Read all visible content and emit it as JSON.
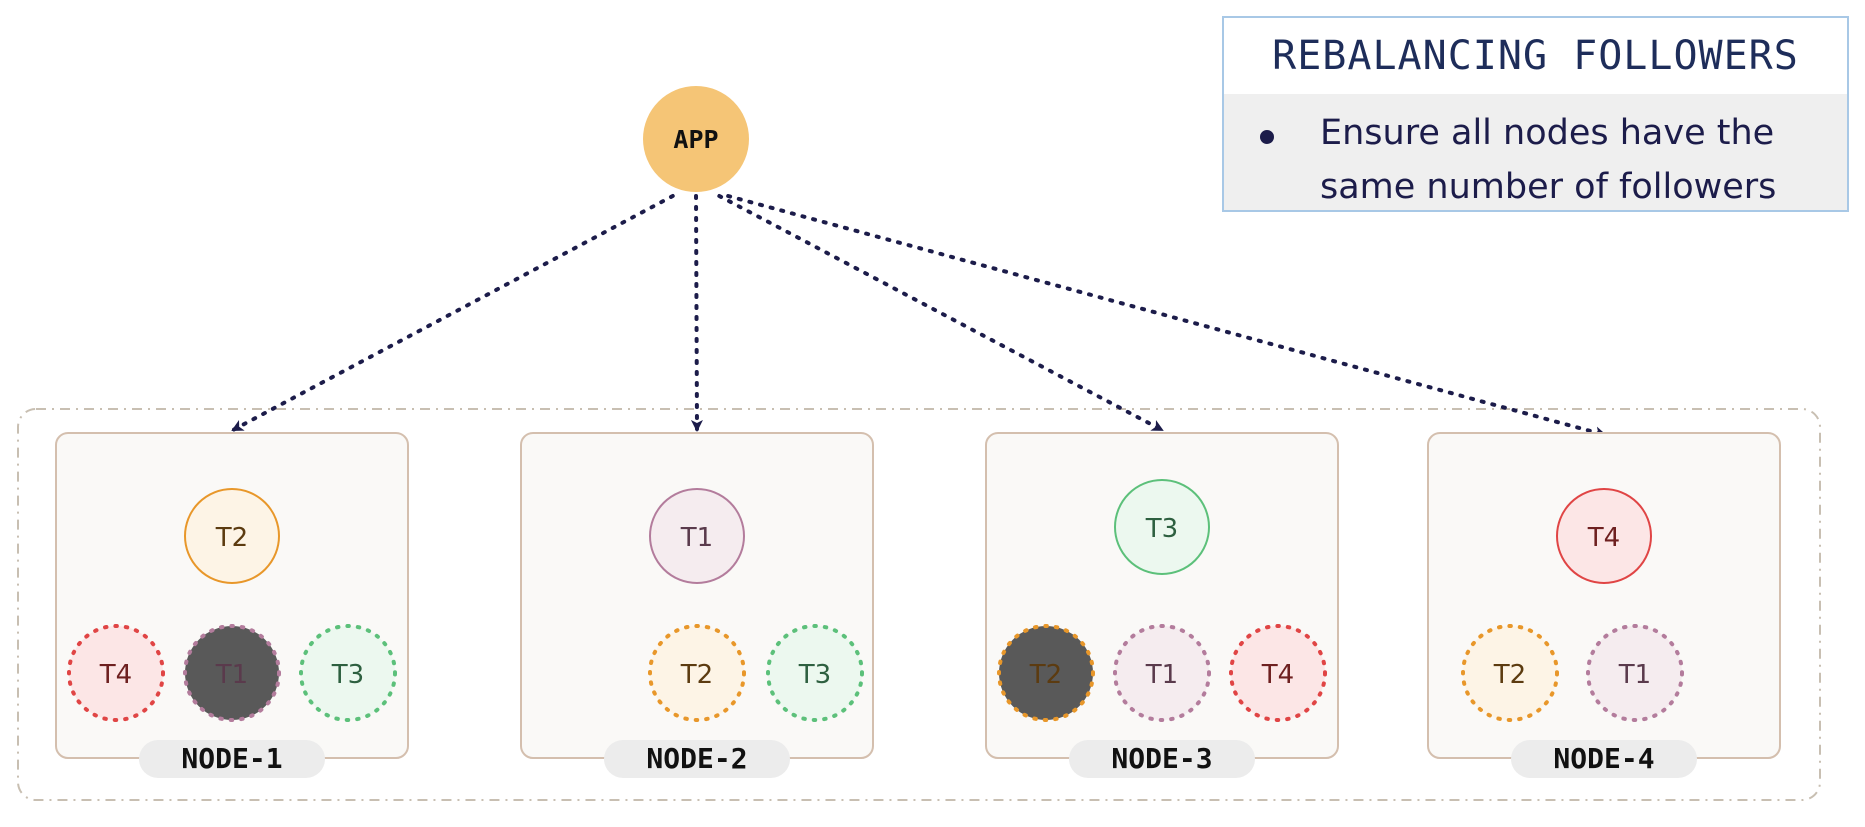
{
  "app": {
    "label": "APP",
    "color": "#f5c576"
  },
  "info": {
    "title": "REBALANCING FOLLOWERS",
    "bullet": "Ensure all nodes have the same number of followers"
  },
  "colors": {
    "arrow": "#1c1c4a",
    "node_border": "#d4bfae",
    "node_fill": "#faf9f7",
    "cluster_border": "#c8bfb2",
    "badge_fill": "#ececec",
    "highlight_fill": "#595959"
  },
  "topics": {
    "T1": {
      "stroke": "#b37c9c",
      "fill": "#f5ecef",
      "text": "#5a3a4c"
    },
    "T2": {
      "stroke": "#e8972a",
      "fill": "#fdf4e6",
      "text": "#5c3b10"
    },
    "T3": {
      "stroke": "#5cc07a",
      "fill": "#ecf8ef",
      "text": "#2e6040"
    },
    "T4": {
      "stroke": "#e04545",
      "fill": "#fce6e6",
      "text": "#6e2020"
    }
  },
  "nodes": [
    {
      "label": "NODE-1",
      "leader": "T2",
      "followers": [
        {
          "topic": "T4",
          "highlighted": false
        },
        {
          "topic": "T1",
          "highlighted": true
        },
        {
          "topic": "T3",
          "highlighted": false
        }
      ]
    },
    {
      "label": "NODE-2",
      "leader": "T1",
      "followers": [
        {
          "topic": "T2",
          "highlighted": false
        },
        {
          "topic": "T3",
          "highlighted": false
        }
      ]
    },
    {
      "label": "NODE-3",
      "leader": "T3",
      "followers": [
        {
          "topic": "T2",
          "highlighted": true
        },
        {
          "topic": "T1",
          "highlighted": false
        },
        {
          "topic": "T4",
          "highlighted": false
        }
      ]
    },
    {
      "label": "NODE-4",
      "leader": "T4",
      "followers": [
        {
          "topic": "T2",
          "highlighted": false
        },
        {
          "topic": "T1",
          "highlighted": false
        }
      ]
    }
  ]
}
